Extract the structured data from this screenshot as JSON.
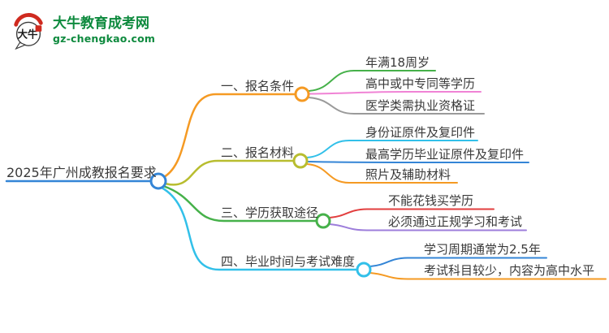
{
  "logo": {
    "title": "大牛教育成考网",
    "domain": "gz-chengkao.com",
    "mark_text": "大牛"
  },
  "root": {
    "label": "2025年广州成教报名要求"
  },
  "branches": [
    {
      "label": "一、报名条件",
      "children": [
        "年满18周岁",
        "高中或中专同等学历",
        "医学类需执业资格证"
      ]
    },
    {
      "label": "二、报名材料",
      "children": [
        "身份证原件及复印件",
        "最高学历毕业证原件及复印件",
        "照片及辅助材料"
      ]
    },
    {
      "label": "三、学历获取途径",
      "children": [
        "不能花钱买学历",
        "必须通过正规学习和考试"
      ]
    },
    {
      "label": "四、毕业时间与考试难度",
      "children": [
        "学习周期通常为2.5年",
        "考试科目较少，内容为高中水平"
      ]
    }
  ],
  "colors": {
    "blue": "#3485d6",
    "orange": "#f59a23",
    "olive": "#b8bd2f",
    "green": "#46b14a",
    "cyan": "#32c0e9",
    "pink": "#f083d5",
    "gray": "#9a9a9a",
    "red": "#e23e3e",
    "purple": "#9d7edb",
    "logo_green": "#0e8a3e",
    "logo_red": "#cf2a1f",
    "text": "#3a3a3a"
  }
}
